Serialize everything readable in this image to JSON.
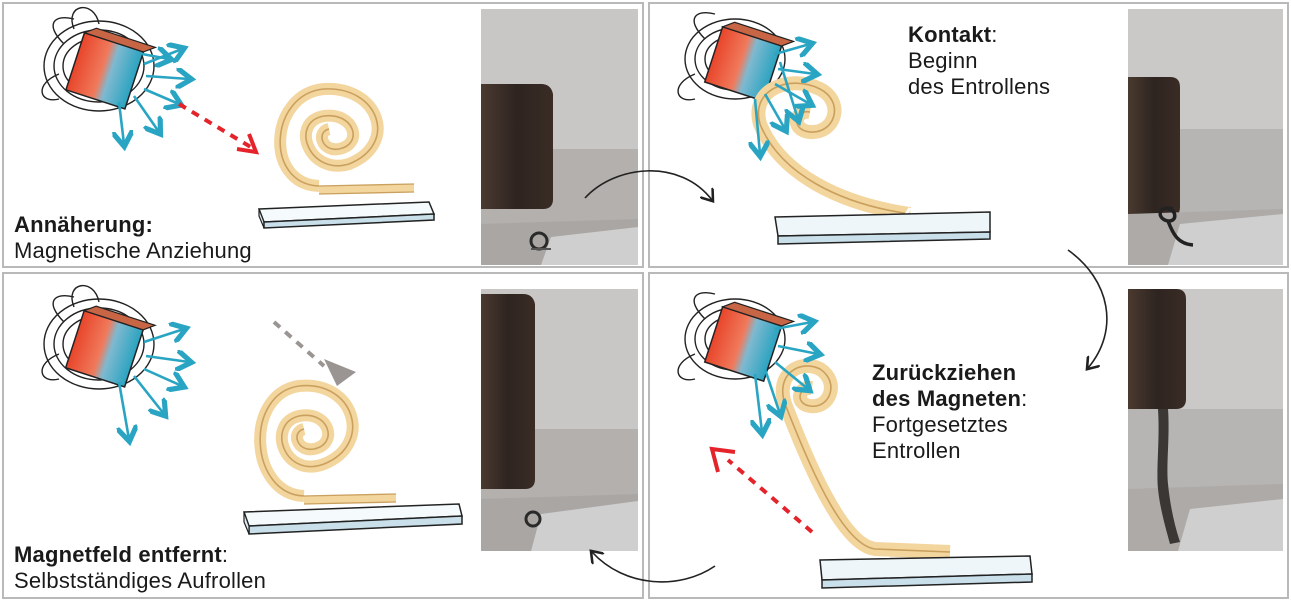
{
  "panels": [
    {
      "id": "approach",
      "title": "Annäherung:",
      "title_suffix": "",
      "lines": [
        "Magnetische Anziehung"
      ]
    },
    {
      "id": "contact",
      "title": "Kontakt",
      "title_suffix": ":",
      "lines": [
        "Beginn",
        "des Entrollens"
      ]
    },
    {
      "id": "removed",
      "title": "Magnetfeld entfernt",
      "title_suffix": ":",
      "lines": [
        "Selbstständiges Aufrollen"
      ]
    },
    {
      "id": "retract",
      "title_lines": [
        "Zurückziehen",
        "des Magneten"
      ],
      "title_suffix": ":",
      "lines": [
        "Fortgesetztes",
        "Entrollen"
      ]
    }
  ],
  "colors": {
    "magnet_left": "#e8452a",
    "magnet_right": "#2aa3c0",
    "field_arrows": "#29a5c3",
    "approach_arrow": "#e4232b",
    "retreat_arrow": "#e4232b",
    "fall_arrow": "#9a9593",
    "strip_fill": "#f3d59e",
    "strip_edge": "#caa05e",
    "base_fill": "#e6f2f8",
    "panel_border": "#b9b9b9"
  },
  "icons": [
    "magnet-icon",
    "field-lines-icon",
    "flow-arrow-icon"
  ]
}
